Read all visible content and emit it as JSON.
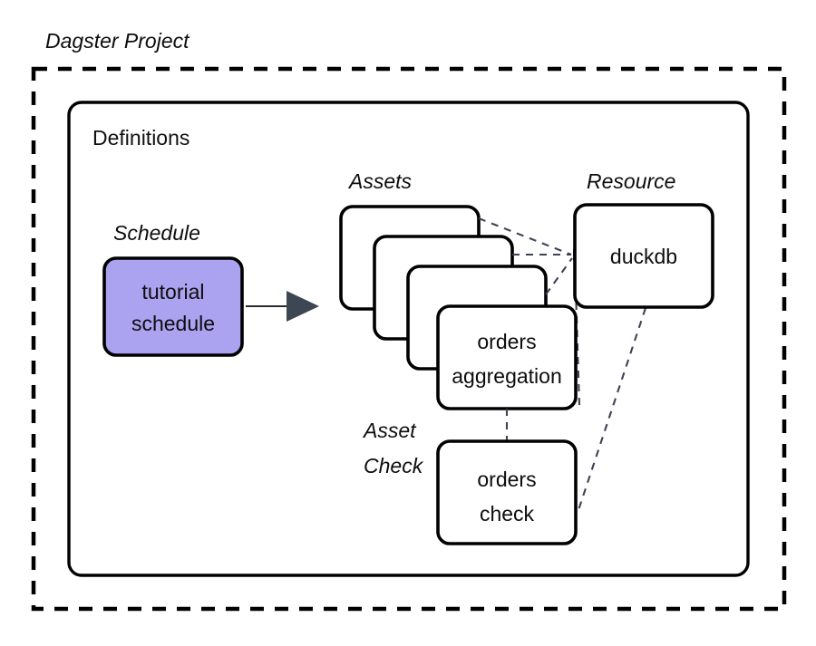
{
  "diagram": {
    "project": {
      "label": "Dagster Project"
    },
    "container": {
      "label": "Definitions"
    },
    "group_labels": {
      "schedule": "Schedule",
      "assets": "Assets",
      "resource": "Resource",
      "asset_check_line1": "Asset",
      "asset_check_line2": "Check"
    },
    "nodes": {
      "schedule": {
        "line1": "tutorial",
        "line2": "schedule"
      },
      "asset_front": {
        "line1": "orders",
        "line2": "aggregation"
      },
      "resource": {
        "line1": "duckdb"
      },
      "asset_check": {
        "line1": "orders",
        "line2": "check"
      }
    },
    "colors": {
      "accent_fill": "#ABA2F0",
      "stroke": "#000000",
      "dependency_line": "#3D4354",
      "flow_arrow": "#3D4653",
      "background": "#FFFFFF"
    },
    "stack_count": 4
  }
}
